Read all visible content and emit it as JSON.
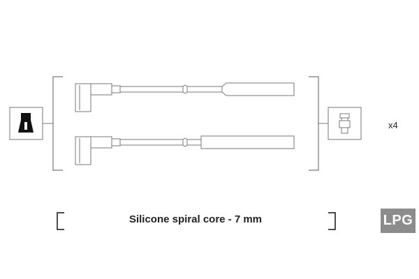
{
  "caption": "Silicone spiral core - 7 mm",
  "quantity": "x4",
  "badge": "LPG",
  "colors": {
    "line": "#777777",
    "dark": "#111111",
    "badge_bg": "#8c8c8c",
    "badge_text": "#ffffff"
  },
  "icons": [
    "spark-plug-boot-icon",
    "coil-connector-icon"
  ]
}
